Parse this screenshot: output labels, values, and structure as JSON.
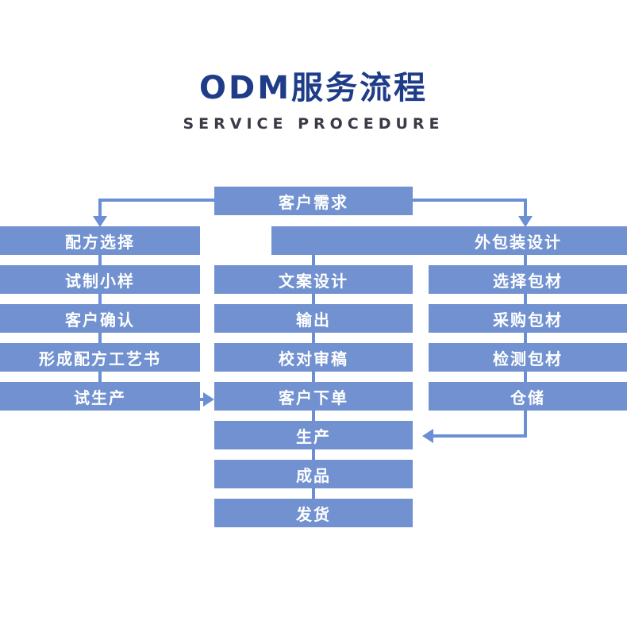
{
  "header": {
    "title": "ODM服务流程",
    "subtitle": "SERVICE PROCEDURE"
  },
  "colors": {
    "box_fill": "#7191d0",
    "box_text": "#ffffff",
    "connector": "#6b8fd4",
    "title": "#1f3c88",
    "subtitle": "#3b3b47",
    "background": "#ffffff"
  },
  "diagram": {
    "type": "flowchart",
    "start": {
      "label": "客户需求"
    },
    "branches": [
      {
        "name": "formula-branch",
        "column": "left",
        "steps": [
          {
            "label": "配方选择"
          },
          {
            "label": "试制小样"
          },
          {
            "label": "客户确认"
          },
          {
            "label": "形成配方工艺书"
          },
          {
            "label": "试生产"
          }
        ]
      },
      {
        "name": "packaging-design-branch",
        "column": "right",
        "header": {
          "label": "外包装设计"
        },
        "steps": [
          {
            "label": "文案设计"
          },
          {
            "label": "输出"
          },
          {
            "label": "校对审稿"
          }
        ]
      },
      {
        "name": "packaging-material-branch",
        "column": "far-right",
        "steps": [
          {
            "label": "选择包材"
          },
          {
            "label": "采购包材"
          },
          {
            "label": "检测包材"
          },
          {
            "label": "仓储"
          }
        ]
      }
    ],
    "merge_steps": [
      {
        "label": "客户下单"
      },
      {
        "label": "生产"
      },
      {
        "label": "成品"
      },
      {
        "label": "发货"
      }
    ],
    "connectors": [
      {
        "name": "start-to-left-branch",
        "kind": "arrow-down"
      },
      {
        "name": "start-to-packaging-design",
        "kind": "arrow-down"
      },
      {
        "name": "trial-production-to-customer-order",
        "kind": "arrow-right"
      },
      {
        "name": "warehouse-to-production",
        "kind": "arrow-left"
      }
    ]
  }
}
